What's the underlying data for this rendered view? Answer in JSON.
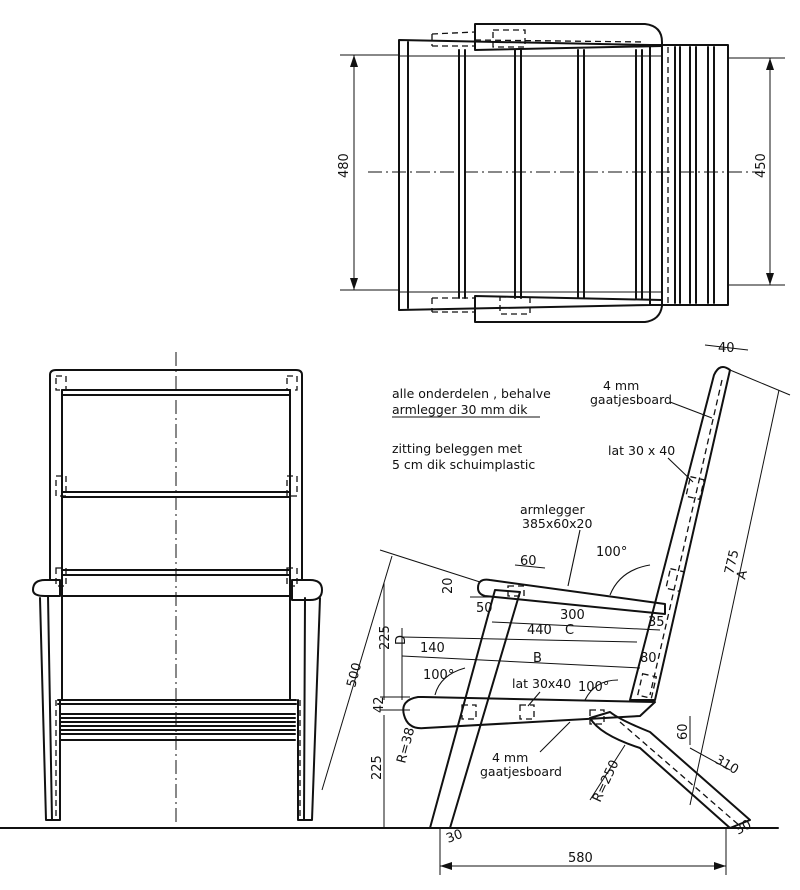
{
  "notes": {
    "line1": "alle onderdelen , behalve",
    "line2": "armlegger  30 mm dik",
    "line3": "zitting  beleggen met",
    "line4": "5 cm dik schuimplastic"
  },
  "labels": {
    "gaatjesboard_back_1": "4 mm",
    "gaatjesboard_back_2": "gaatjesboard",
    "lat_back": "lat 30 x 40",
    "armlegger_1": "armlegger",
    "armlegger_2": "385x60x20",
    "lat_seat": "lat 30x40",
    "gaatjesboard_seat_1": "4 mm",
    "gaatjesboard_seat_2": "gaatjesboard"
  },
  "dimensions": {
    "top_480": "480",
    "top_450": "450",
    "d40": "40",
    "d775": "775",
    "dA": "A",
    "d60": "60",
    "d100_arm": "100°",
    "d20": "20",
    "d50": "50",
    "d300": "300",
    "dC": "C",
    "d35": "35",
    "d500": "500",
    "d225_top": "225",
    "dD": "D",
    "d440": "440",
    "d140": "140",
    "dB": "B",
    "d80": "80",
    "d100_left": "100°",
    "d100_right": "100°",
    "d42": "42",
    "d60_right": "60",
    "dR38": "R=38",
    "d225_bottom": "225",
    "dR250": "R=250",
    "d310": "310",
    "d30_left": "30",
    "d30_right": "30",
    "d580": "580"
  }
}
